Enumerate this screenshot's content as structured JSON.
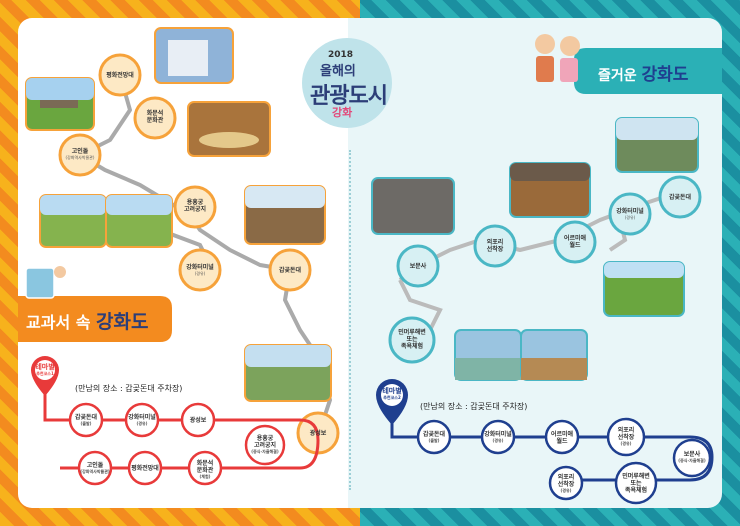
{
  "logo": {
    "year": "2018",
    "line1": "올해의",
    "line2": "관광도시",
    "line3": "강화"
  },
  "left_title": {
    "part1": "교과서 속",
    "part2": "강화도"
  },
  "right_title": {
    "part1": "즐거운",
    "part2": "강화도"
  },
  "left_map": [
    {
      "main": "평화전망대",
      "sub": ""
    },
    {
      "main": "화문석",
      "main2": "문화관",
      "sub": ""
    },
    {
      "main": "고인돌",
      "sub": "(강화역사박물관)"
    },
    {
      "main": "용흥궁",
      "main2": "고려궁지",
      "sub": ""
    },
    {
      "main": "강화터미널",
      "sub": "(경유)"
    },
    {
      "main": "갑곶돈대",
      "sub": ""
    },
    {
      "main": "광성보",
      "sub": ""
    }
  ],
  "right_map": [
    {
      "main": "갑곶돈대",
      "sub": ""
    },
    {
      "main": "강화터미널",
      "sub": "(경유)"
    },
    {
      "main": "어르미애",
      "main2": "월드",
      "sub": ""
    },
    {
      "main": "외포리",
      "main2": "선착장",
      "sub": ""
    },
    {
      "main": "보문사",
      "sub": ""
    },
    {
      "main": "민머루해변",
      "main2": "또는",
      "main3": "족욕체험",
      "sub": ""
    }
  ],
  "left_course": {
    "badge1": "테마별",
    "badge2": "추천코스1",
    "meeting": "(만남의 장소 : 갑곶돈대 주차장)",
    "stops": [
      {
        "main": "갑곶돈대",
        "sub": "(출발)"
      },
      {
        "main": "강화터미널",
        "sub": "(경유)"
      },
      {
        "main": "광성보",
        "sub": ""
      },
      {
        "main": "용흥궁",
        "main2": "고려궁지",
        "sub": "(중식-자율해결)"
      },
      {
        "main": "화문석",
        "main2": "문화관",
        "sub": "(체험)"
      },
      {
        "main": "평화전망대",
        "sub": ""
      },
      {
        "main": "고인돌",
        "sub": "(강화역사박물관)"
      }
    ]
  },
  "right_course": {
    "badge1": "테마별",
    "badge2": "추천코스2",
    "meeting": "(만남의 장소 : 갑곶돈대 주차장)",
    "stops": [
      {
        "main": "갑곶돈대",
        "sub": "(출발)"
      },
      {
        "main": "강화터미널",
        "sub": "(경유)"
      },
      {
        "main": "어르미애",
        "main2": "월드",
        "sub": ""
      },
      {
        "main": "외포리",
        "main2": "선착장",
        "sub": "(경유)"
      },
      {
        "main": "보문사",
        "sub": "(중식-자율해결)"
      },
      {
        "main": "민머루해변",
        "main2": "또는",
        "main3": "족욕체험",
        "sub": ""
      },
      {
        "main": "외포리",
        "main2": "선착장",
        "sub": "(경유)"
      }
    ]
  },
  "colors": {
    "orange": "#f6a23a",
    "orange_fill": "#fde9c5",
    "teal": "#4ab7c5",
    "teal_fill": "#d7f0f3",
    "red": "#e83a3a",
    "navy": "#1f3f8f",
    "title_orange": "#f38b1f",
    "title_teal": "#2bb0b6"
  }
}
